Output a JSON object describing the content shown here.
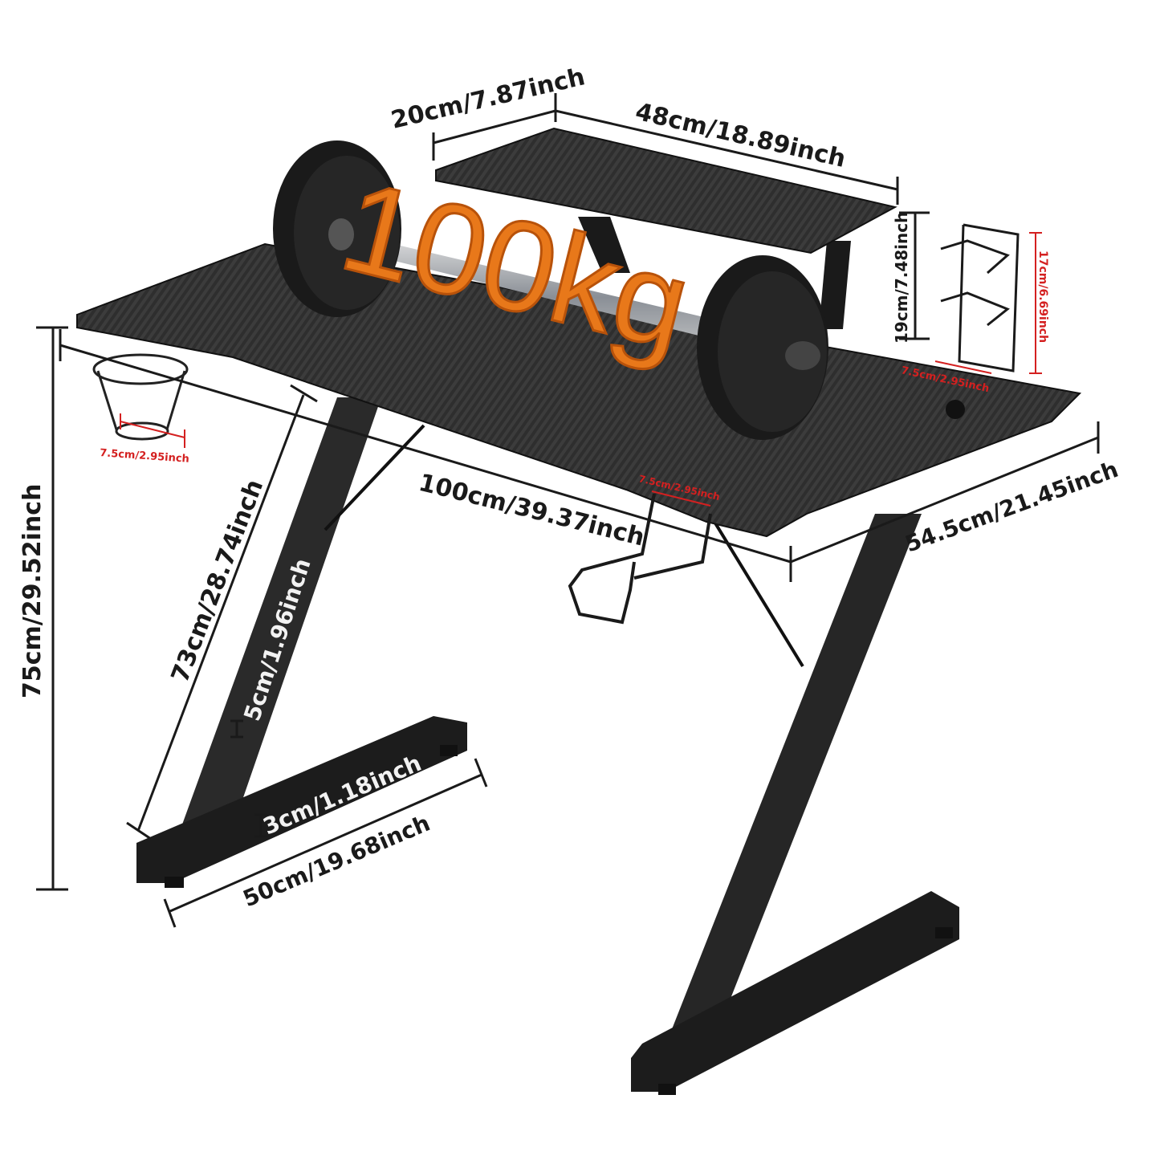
{
  "load_label": "100kg",
  "dimensions": {
    "shelf_depth": "20cm/7.87inch",
    "shelf_width": "48cm/18.89inch",
    "shelf_height": "19cm/7.48inch",
    "hanger_height": "17cm/6.69inch",
    "hanger_width": "7.5cm/2.95inch",
    "cup_holder": "7.5cm/2.95inch",
    "headphone_hook": "7.5cm/2.95inch",
    "desk_width": "100cm/39.37inch",
    "desk_depth": "54.5cm/21.45inch",
    "total_height": "75cm/29.52inch",
    "leg_height": "73cm/28.74inch",
    "leg_width": "5cm/1.96inch",
    "foot_height": "3cm/1.18inch",
    "foot_length": "50cm/19.68inch"
  },
  "colors": {
    "desktop": "#2b2b2b",
    "frame": "#1c1c1c",
    "load_text": "#e8781a",
    "accent_red": "#d42020"
  }
}
